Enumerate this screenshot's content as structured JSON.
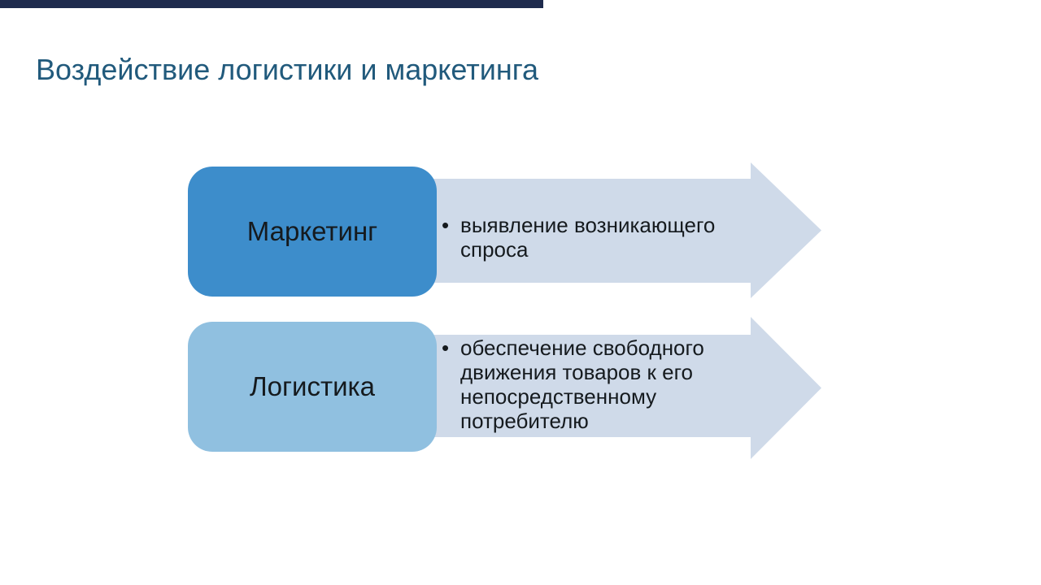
{
  "slide": {
    "title": "Воздействие логистики и маркетинга"
  },
  "bullet_char": "•",
  "rows": [
    {
      "label": "Маркетинг",
      "bullet": "выявление возникающего\nспроса"
    },
    {
      "label": "Логистика",
      "bullet": "обеспечение свободного\nдвижения товаров к его\nнепосредственному\nпотребителю"
    }
  ],
  "colors": {
    "background": "#ffffff",
    "top_bar": "#1e2b4d",
    "title_text": "#215a7c",
    "marketing_box": "#3d8dcb",
    "logistics_box": "#90c0e0",
    "arrow_fill": "#cfdae9",
    "body_text": "#151a1e"
  }
}
